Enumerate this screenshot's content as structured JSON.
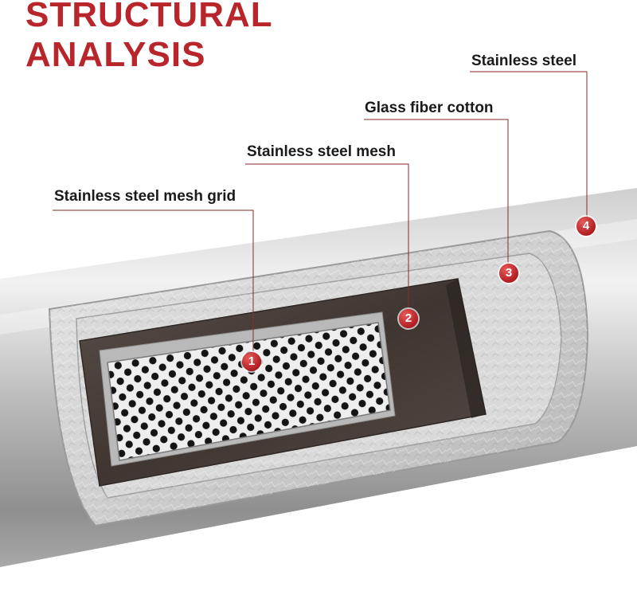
{
  "title": {
    "line1": "STRUCTURAL",
    "line2": "ANALYSIS"
  },
  "colors": {
    "accent": "#b8262c",
    "badge": "#c0262a",
    "steel": "#b9b9b9"
  },
  "labels": [
    {
      "number": "1",
      "text": "Stainless steel mesh grid"
    },
    {
      "number": "2",
      "text": "Stainless steel mesh"
    },
    {
      "number": "3",
      "text": "Glass fiber cotton"
    },
    {
      "number": "4",
      "text": "Stainless steel"
    }
  ]
}
